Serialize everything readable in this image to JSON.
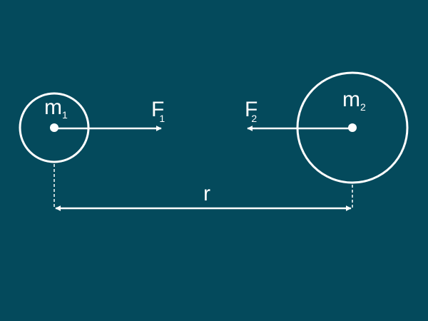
{
  "colors": {
    "background": "#044a5c",
    "stroke": "#ffffff"
  },
  "mass1": {
    "label": "m",
    "subscript": "1"
  },
  "mass2": {
    "label": "m",
    "subscript": "2"
  },
  "force1": {
    "label": "F",
    "subscript": "1"
  },
  "force2": {
    "label": "F",
    "subscript": "2"
  },
  "distance": {
    "label": "r"
  }
}
